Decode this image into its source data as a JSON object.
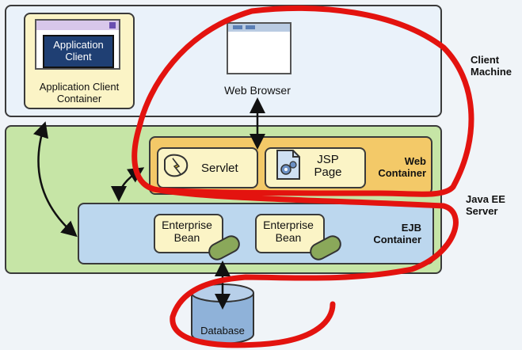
{
  "client_machine": {
    "label_line1": "Client",
    "label_line2": "Machine"
  },
  "app_client": {
    "inner_line1": "Application",
    "inner_line2": "Client",
    "container_line1": "Application Client",
    "container_line2": "Container"
  },
  "web_browser": {
    "label": "Web Browser"
  },
  "java_ee_server": {
    "label_line1": "Java EE",
    "label_line2": "Server"
  },
  "web_container": {
    "label_line1": "Web",
    "label_line2": "Container",
    "servlet_label": "Servlet",
    "jsp_line1": "JSP",
    "jsp_line2": "Page"
  },
  "ejb_container": {
    "label_line1": "EJB",
    "label_line2": "Container",
    "bean1_line1": "Enterprise",
    "bean1_line2": "Bean",
    "bean2_line1": "Enterprise",
    "bean2_line2": "Bean"
  },
  "database": {
    "label": "Database"
  },
  "colors": {
    "client_bg": "#eaf2fa",
    "server_bg": "#c6e5a6",
    "web_container_bg": "#f3c968",
    "ejb_container_bg": "#bcd7ee",
    "component_bg": "#fbf4c6",
    "bean_pill": "#8aa85a",
    "app_client_screen": "#1f3f73",
    "red_annotation": "#e3130f"
  }
}
